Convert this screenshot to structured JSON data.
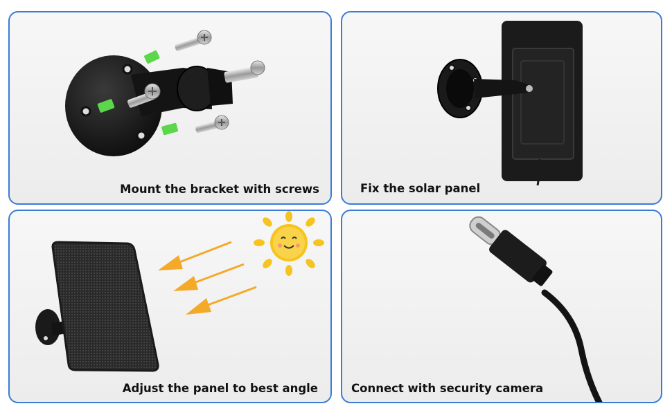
{
  "steps": [
    {
      "caption": "Mount the bracket with screws",
      "illustration": "bracket-with-screws"
    },
    {
      "caption": "Fix the solar panel",
      "illustration": "bracket-on-solar-panel"
    },
    {
      "caption": "Adjust the panel to best angle",
      "illustration": "solar-panel-facing-sun"
    },
    {
      "caption": "Connect with security camera",
      "illustration": "usb-c-cable"
    }
  ],
  "colors": {
    "border": "#3a7bd5",
    "anchor": "#5cd64a",
    "sun": "#f7c31f",
    "arrow": "#f4a928"
  }
}
